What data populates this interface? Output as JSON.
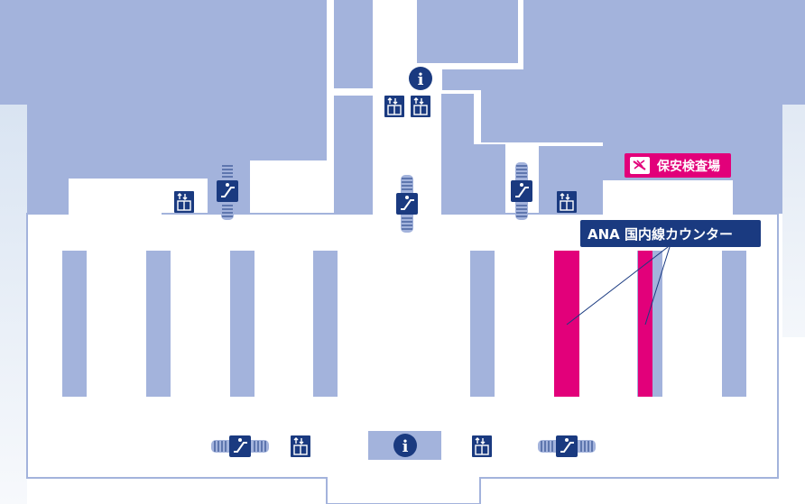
{
  "labels": {
    "security_checkpoint": "保安検査場",
    "ana_domestic_counter": "ANA 国内線カウンター"
  },
  "icons": {
    "info": "i"
  },
  "legend_colors": {
    "floor": "#ffffff",
    "walls": "#a3b3dc",
    "outline": "#a3b3dc",
    "outer_area": "#e6edf7",
    "ana_counter": "#e2007a",
    "icon_background": "#1a3a80"
  }
}
